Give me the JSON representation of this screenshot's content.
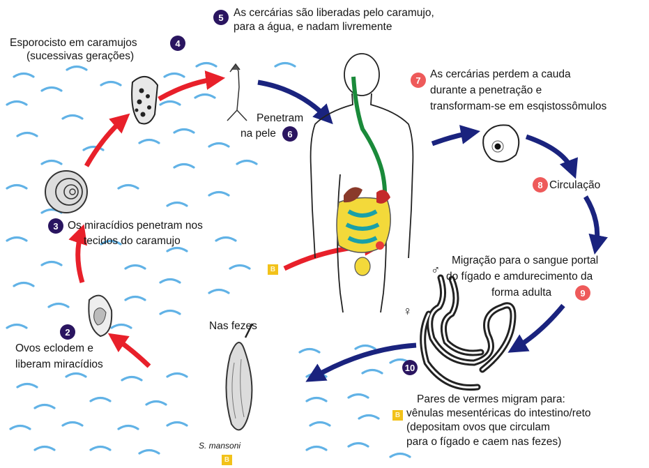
{
  "steps": {
    "s2": {
      "num": "2",
      "line1": "Ovos eclodem e",
      "line2": "liberam miracídios"
    },
    "s3": {
      "num": "3",
      "line1": "Os miracídios penetram nos",
      "line2": "tecidos do caramujo"
    },
    "s4": {
      "num": "4",
      "line1": "Esporocisto em caramujos",
      "line2": "(sucessivas gerações)"
    },
    "s5": {
      "num": "5",
      "line1": "As cercárias são liberadas pelo caramujo,",
      "line2": "para a água, e nadam livremente"
    },
    "s6": {
      "num": "6",
      "line1": "Penetram",
      "line2": "na pele"
    },
    "s7": {
      "num": "7",
      "line1": "As cercárias perdem a cauda",
      "line2": "durante a penetração e",
      "line3": "transformam-se em esqistossômulos"
    },
    "s8": {
      "num": "8",
      "label": "Circulação"
    },
    "s9": {
      "num": "9",
      "line1": "Migração para o sangue portal",
      "line2": "do fígado e amdurecimento da",
      "line3": "forma adulta"
    },
    "s10": {
      "num": "10",
      "line1": "Pares de vermes migram para:",
      "line2": "vênulas mesentéricas do intestino/reto",
      "line3": "(depositam ovos que circulam",
      "line4": "para o fígado e caem nas fezes)"
    }
  },
  "egg": {
    "label": "Nas fezes",
    "species": "S. mansoni"
  },
  "symbols": {
    "male": "♂",
    "female": "♀",
    "b_marker": "B"
  },
  "colors": {
    "badge_dark": "#2a1560",
    "badge_red": "#ee5a5a",
    "arrow_red": "#e8202a",
    "arrow_blue": "#1a237e",
    "water": "#3aa0e0",
    "b_marker": "#f2c21a"
  }
}
